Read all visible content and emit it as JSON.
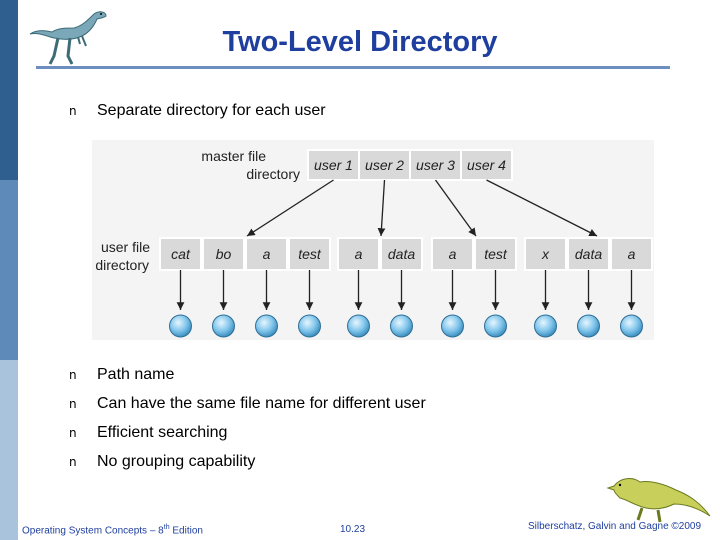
{
  "slide": {
    "title": "Two-Level Directory"
  },
  "bullets": [
    "Separate directory for each user",
    "Path name",
    "Can have the same file name for different user",
    "Efficient searching",
    "No grouping capability"
  ],
  "bullet_mark": "n",
  "diagram": {
    "master_label_line1": "master file",
    "master_label_line2": "directory",
    "user_label_line1": "user file",
    "user_label_line2": "directory",
    "master_entries": [
      "user 1",
      "user 2",
      "user 3",
      "user 4"
    ],
    "user_dirs": [
      [
        "cat",
        "bo",
        "a",
        "test"
      ],
      [
        "a",
        "data"
      ],
      [
        "a",
        "test"
      ],
      [
        "x",
        "data",
        "a"
      ]
    ]
  },
  "footer": {
    "left_main": "Operating System Concepts – 8",
    "left_sup": "th",
    "left_tail": " Edition",
    "center": "10.23",
    "right": "Silberschatz, Galvin and Gagne ©2009"
  },
  "colors": {
    "title": "#1f3f9f",
    "cell_fill": "#d9d9d9",
    "node_fill": "#7fc4ea"
  }
}
